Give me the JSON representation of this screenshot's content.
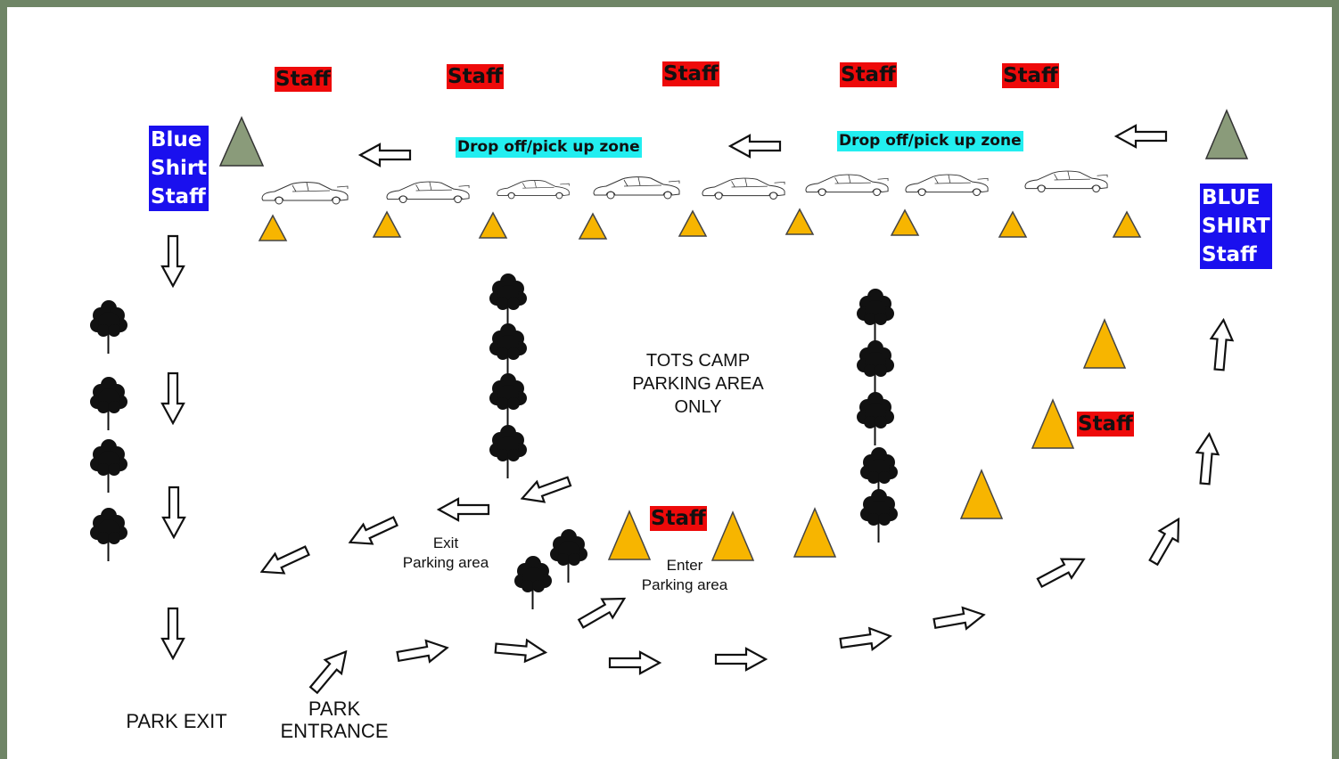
{
  "labels": {
    "staff": "Staff",
    "blue_shirt_left": [
      "Blue",
      "Shirt",
      "Staff"
    ],
    "blue_shirt_right": [
      "BLUE",
      "SHIRT",
      "Staff"
    ],
    "drop_zone": "Drop off/pick up zone",
    "camp_area": [
      "TOTS CAMP",
      "PARKING AREA",
      "ONLY"
    ],
    "exit_parking": [
      "Exit",
      "Parking area"
    ],
    "enter_parking": [
      "Enter",
      "Parking area"
    ],
    "park_exit": "PARK EXIT",
    "park_entrance": [
      "PARK",
      "ENTRANCE"
    ]
  },
  "icons": {
    "arrow": "outline-arrow-icon",
    "tree": "tree-icon",
    "car": "car-icon",
    "cone_gray": "gray-triangle-icon",
    "cone_yellow": "yellow-triangle-icon"
  },
  "colors": {
    "background_border": "#6f8566",
    "staff_red": "#ee0a0a",
    "blue_shirt": "#1a10ee",
    "zone_cyan": "#22eef0",
    "cone_yellow": "#f7b500",
    "cone_gray": "#8a9b7a"
  }
}
